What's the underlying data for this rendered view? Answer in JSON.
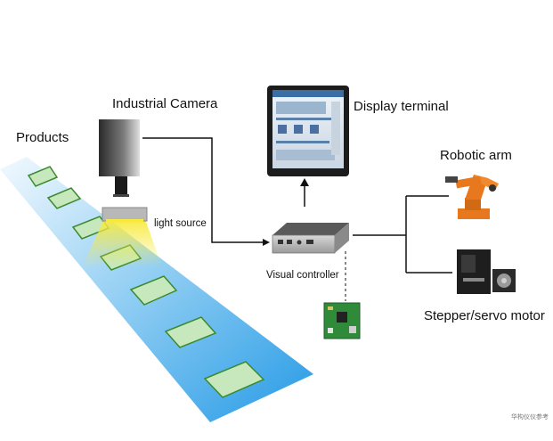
{
  "labels": {
    "products": "Products",
    "camera": "Industrial Camera",
    "display": "Display terminal",
    "light": "light source",
    "controller": "Visual controller",
    "robot": "Robotic arm",
    "motor": "Stepper/servo motor",
    "watermark": "华构仪仪参考"
  },
  "colors": {
    "belt_top": "#e8f5fd",
    "belt_bottom": "#1e9ae6",
    "product_fill": "#c7e8bd",
    "product_edge": "#3a8a2f",
    "light_beam": "#f5e84a",
    "robot_orange": "#e8781e",
    "pcb_green": "#2f8a3a",
    "line": "#111111"
  }
}
